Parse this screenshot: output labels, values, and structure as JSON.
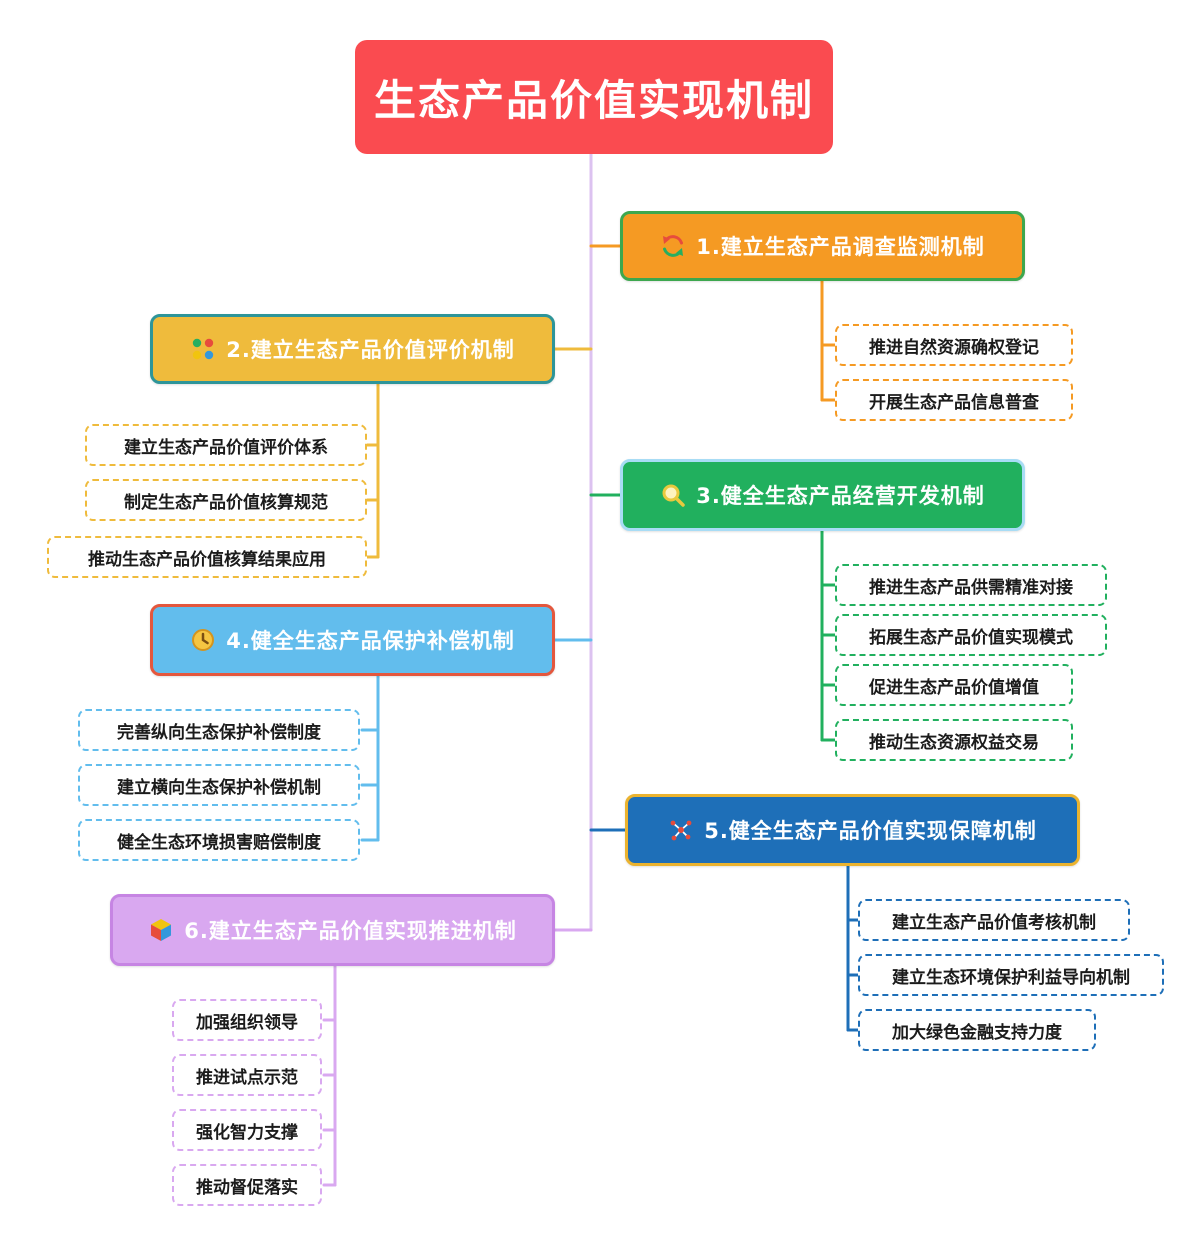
{
  "root": {
    "label": "生态产品价值实现机制",
    "fill": "#FA4B50",
    "text_color": "#FFFFFF"
  },
  "trunk_color": "#DCC2F0",
  "branches": [
    {
      "label": "1.建立生态产品调查监测机制",
      "icon": "sync-icon",
      "fill": "#F59A23",
      "border": "#3DA74E",
      "side": "right",
      "children": [
        "推进自然资源确权登记",
        "开展生态产品信息普查"
      ]
    },
    {
      "label": "2.建立生态产品价值评价机制",
      "icon": "color-dots-icon",
      "fill": "#EFBB3C",
      "border": "#2E9599",
      "side": "left",
      "children": [
        "建立生态产品价值评价体系",
        "制定生态产品价值核算规范",
        "推动生态产品价值核算结果应用"
      ]
    },
    {
      "label": "3.健全生态产品经营开发机制",
      "icon": "magnifier-icon",
      "fill": "#21B05E",
      "border": "#A8DCF5",
      "side": "right",
      "children": [
        "推进生态产品供需精准对接",
        "拓展生态产品价值实现模式",
        "促进生态产品价值增值",
        "推动生态资源权益交易"
      ]
    },
    {
      "label": "4.健全生态产品保护补偿机制",
      "icon": "clock-icon",
      "fill": "#62BDED",
      "border": "#E4573D",
      "side": "left",
      "children": [
        "完善纵向生态保护补偿制度",
        "建立横向生态保护补偿机制",
        "健全生态环境损害赔偿制度"
      ]
    },
    {
      "label": "5.健全生态产品价值实现保障机制",
      "icon": "network-icon",
      "fill": "#1E6FB8",
      "border": "#EBB32F",
      "side": "right",
      "children": [
        "建立生态产品价值考核机制",
        "建立生态环境保护利益导向机制",
        "加大绿色金融支持力度"
      ]
    },
    {
      "label": "6.建立生态产品价值实现推进机制",
      "icon": "cube-icon",
      "fill": "#D9A8F0",
      "border": "#C685E3",
      "side": "left",
      "children": [
        "加强组织领导",
        "推进试点示范",
        "强化智力支撑",
        "推动督促落实"
      ]
    }
  ]
}
